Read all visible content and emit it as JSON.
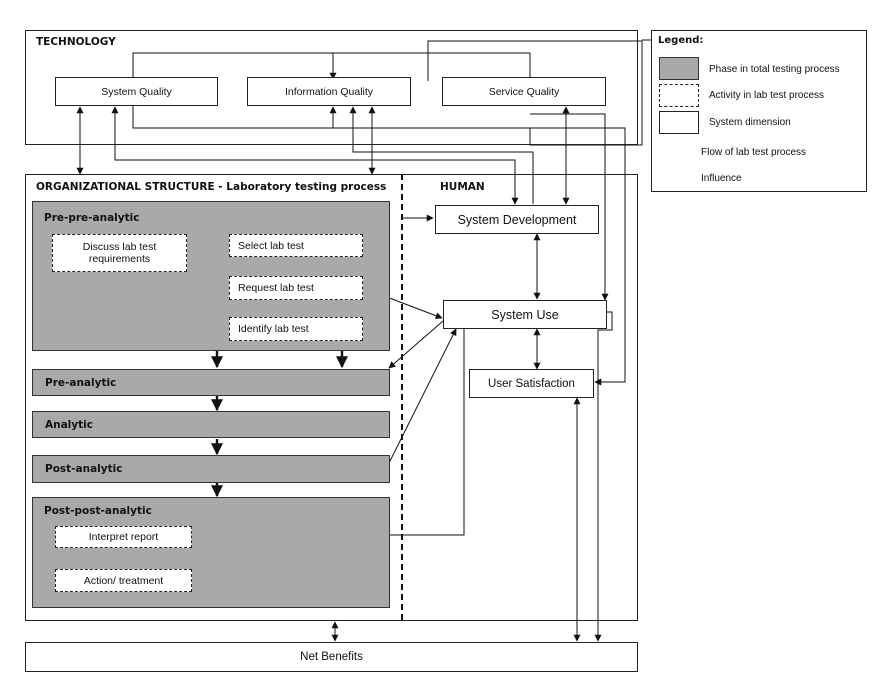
{
  "technology": {
    "title": "TECHNOLOGY",
    "system_quality": "System Quality",
    "information_quality": "Information Quality",
    "service_quality": "Service Quality"
  },
  "organization": {
    "title": "ORGANIZATIONAL STRUCTURE - Laboratory testing process",
    "pre_pre_analytic": "Pre-pre-analytic",
    "discuss": "Discuss lab test requirements",
    "select": "Select lab test",
    "request": "Request lab test",
    "identify": "Identify lab test",
    "pre_analytic": "Pre-analytic",
    "analytic": "Analytic",
    "post_analytic": "Post-analytic",
    "post_post_analytic": "Post-post-analytic",
    "interpret": "Interpret report",
    "action": "Action/ treatment"
  },
  "human": {
    "title": "HUMAN",
    "system_development": "System Development",
    "system_use": "System Use",
    "user_satisfaction": "User Satisfaction"
  },
  "net_benefits": "Net Benefits",
  "legend": {
    "title": "Legend:",
    "phase": "Phase in total testing process",
    "activity": "Activity in lab test process",
    "dimension": "System dimension",
    "flow": "Flow of lab test process",
    "influence": "Influence"
  }
}
